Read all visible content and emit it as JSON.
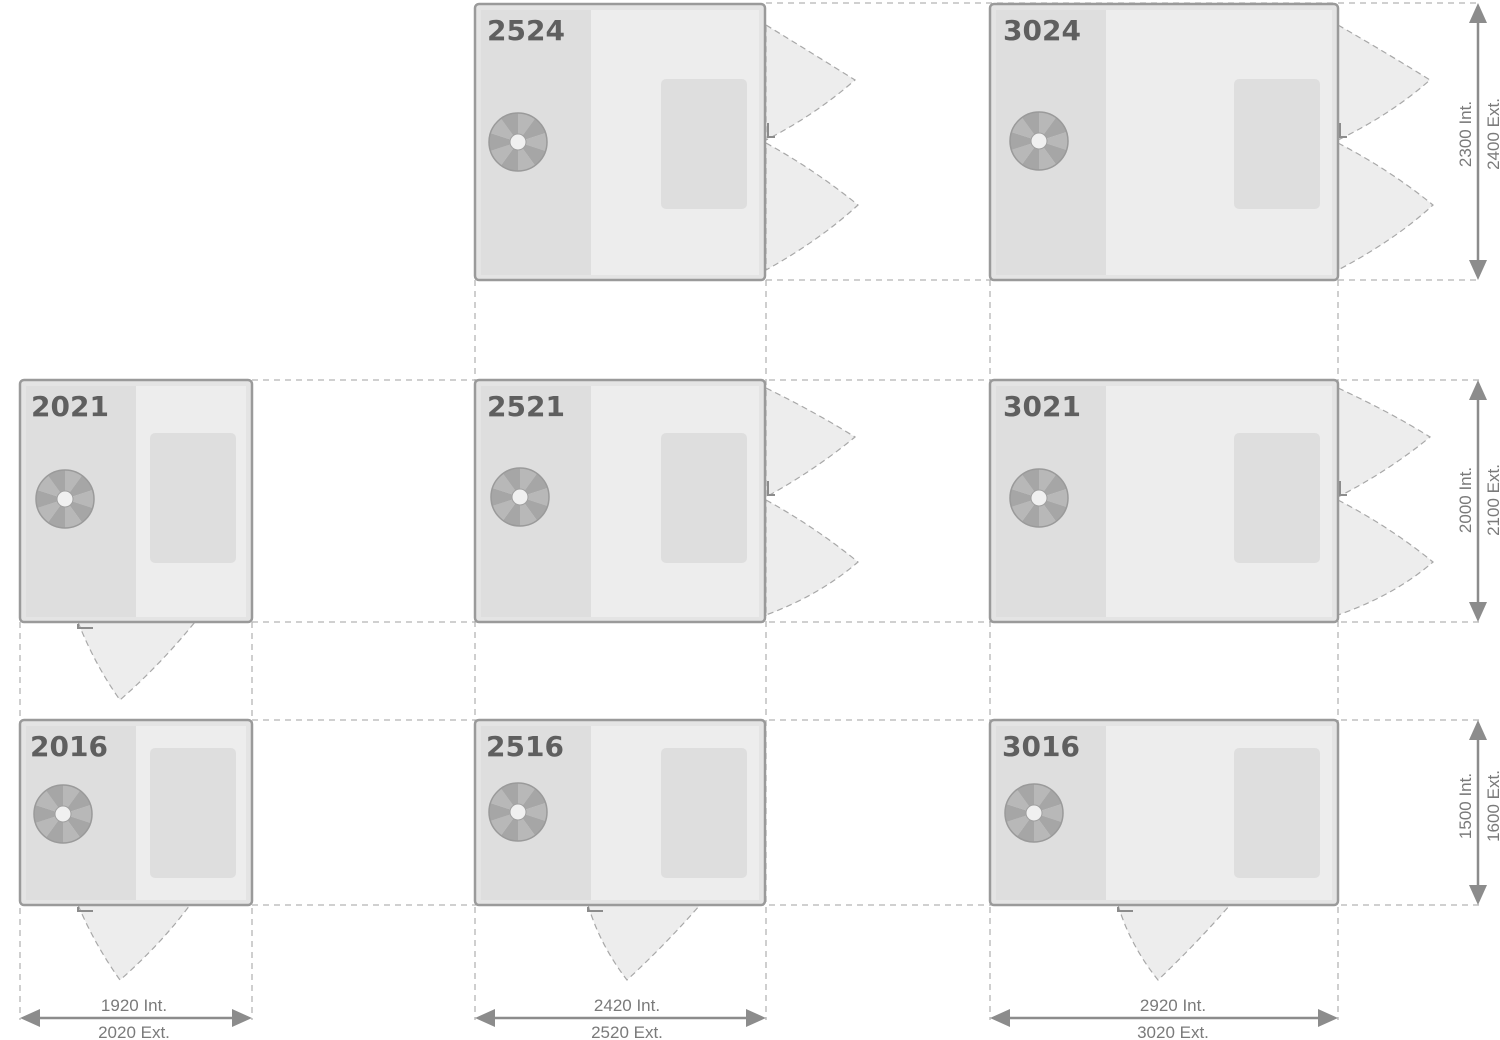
{
  "units": [
    {
      "id": "2524",
      "label": "2524"
    },
    {
      "id": "3024",
      "label": "3024"
    },
    {
      "id": "2021",
      "label": "2021"
    },
    {
      "id": "2521",
      "label": "2521"
    },
    {
      "id": "3021",
      "label": "3021"
    },
    {
      "id": "2016",
      "label": "2016"
    },
    {
      "id": "2516",
      "label": "2516"
    },
    {
      "id": "3016",
      "label": "3016"
    }
  ],
  "dimensions": {
    "width": [
      {
        "internal": "1920 Int.",
        "external": "2020 Ext."
      },
      {
        "internal": "2420 Int.",
        "external": "2520 Ext."
      },
      {
        "internal": "2920 Int.",
        "external": "3020 Ext."
      }
    ],
    "depth": [
      {
        "internal": "2300 Int.",
        "external": "2400 Ext."
      },
      {
        "internal": "2000 Int.",
        "external": "2100 Ext."
      },
      {
        "internal": "1500 Int.",
        "external": "1600 Ext."
      }
    ]
  }
}
